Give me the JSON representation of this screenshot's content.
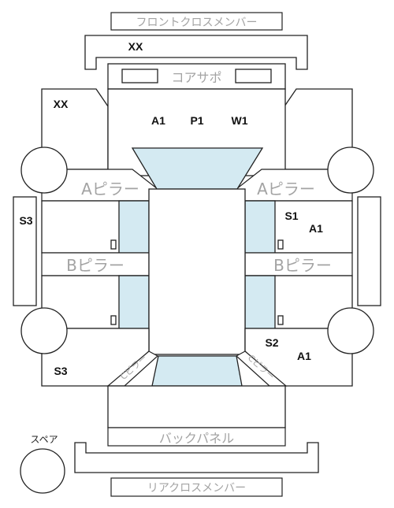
{
  "parts": {
    "front_cross_member": "フロントクロスメンバー",
    "core_support": "コアサポ",
    "a_pillar_left": "Aピラー",
    "a_pillar_right": "Aピラー",
    "b_pillar_left": "Bピラー",
    "b_pillar_right": "Bピラー",
    "c_pillar_left": "Cピラー",
    "c_pillar_right": "Cピラー",
    "back_panel": "バックパネル",
    "rear_cross_member": "リアクロスメンバー",
    "spare": "スペア"
  },
  "grades": {
    "front_member": "XX",
    "front_left_side": "XX",
    "hood_a": "A1",
    "hood_p": "P1",
    "hood_w": "W1",
    "left_side_upper": "S3",
    "right_front_door_s": "S1",
    "right_front_door_a": "A1",
    "right_rear_door_s": "S2",
    "right_rear_door_a": "A1",
    "left_rear_quarter": "S3"
  }
}
